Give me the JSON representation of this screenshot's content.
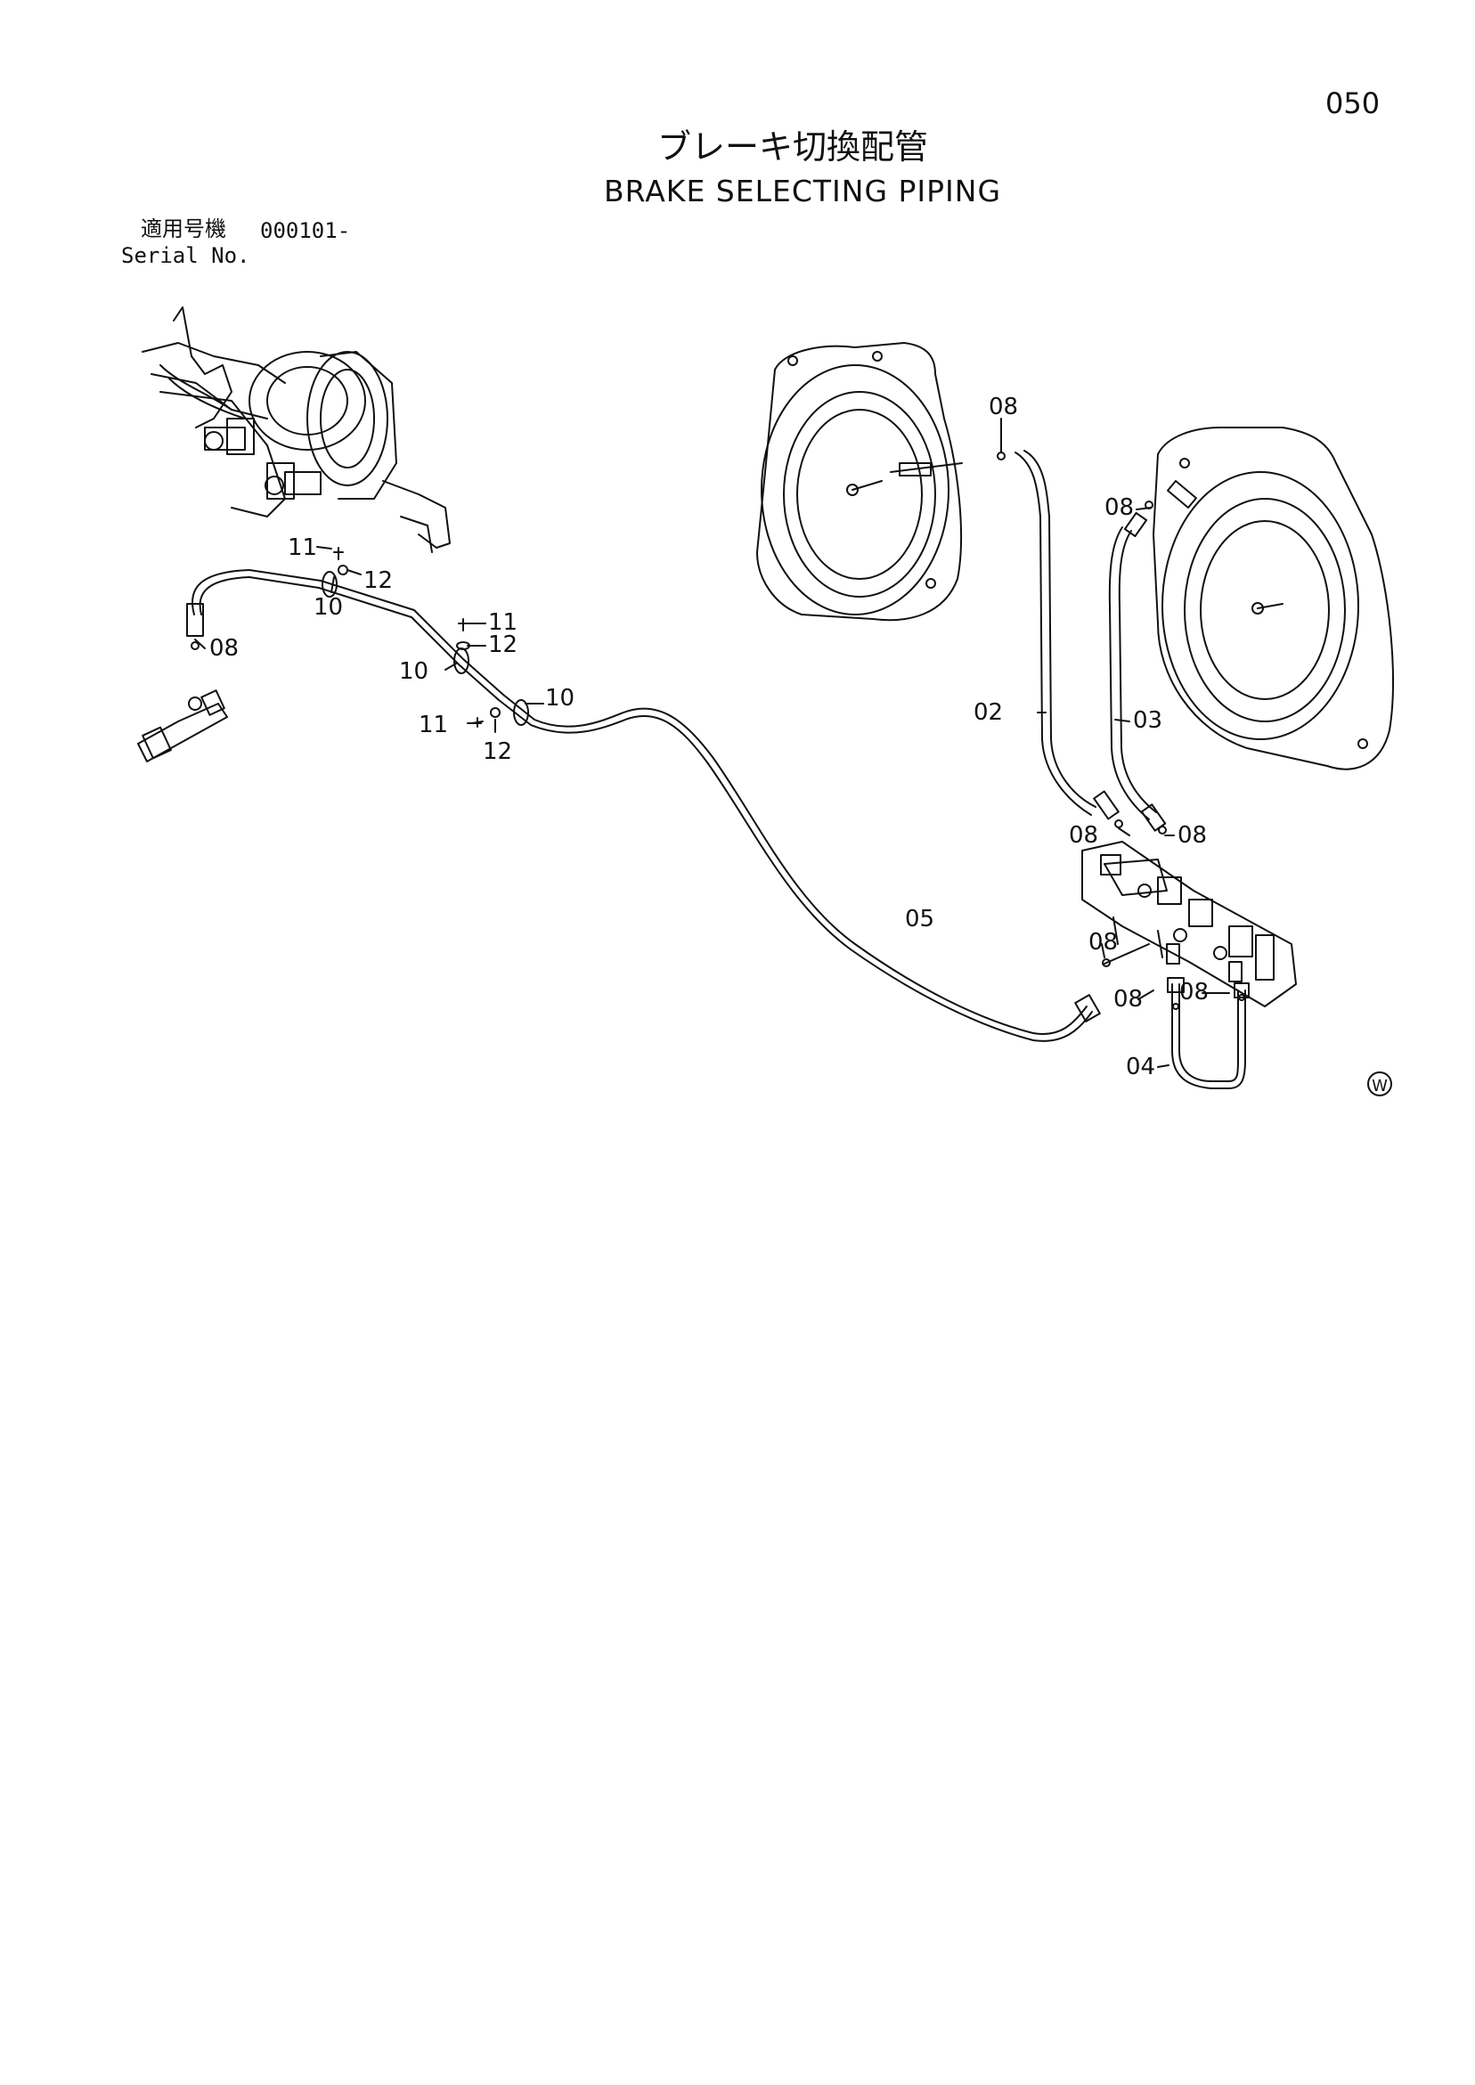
{
  "page_number": "050",
  "title_jp": "ブレーキ切換配管",
  "title_en": "BRAKE SELECTING PIPING",
  "serial": {
    "label_jp": "適用号機",
    "value": "000101-",
    "label_en": "Serial No."
  },
  "callouts": {
    "c11a": "11",
    "c12a": "12",
    "c10a": "10",
    "c08a": "08",
    "c11b": "11",
    "c12b": "12",
    "c10b": "10",
    "c10c": "10",
    "c11c": "11",
    "c12c": "12",
    "c08b": "08",
    "c08c": "08",
    "c02": "02",
    "c03": "03",
    "c08d": "08",
    "c08e": "08",
    "c05": "05",
    "c08f": "08",
    "c08g": "08",
    "c08h": "08",
    "c04": "04"
  },
  "mark": "W"
}
